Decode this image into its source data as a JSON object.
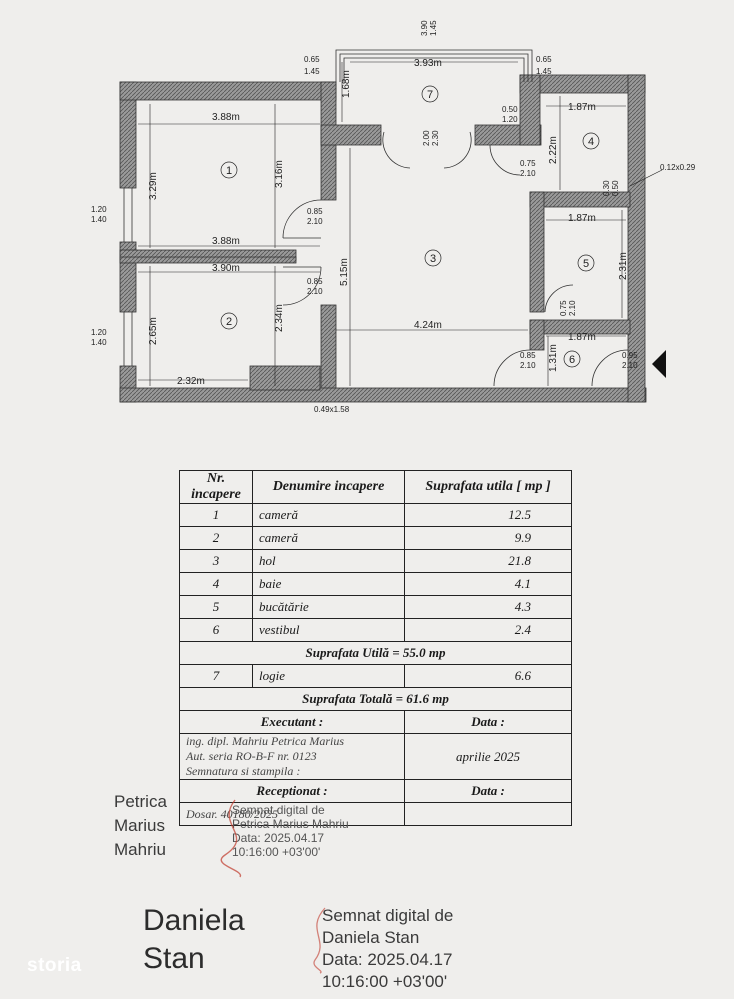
{
  "plan": {
    "dims": {
      "r1_w": "3.88m",
      "r1_h_out": "3.29m",
      "r1_h_in": "3.16m",
      "r1_bottom": "3.88m",
      "r2_top": "3.90m",
      "r2_h_out": "2.65m",
      "r2_h_in": "2.34m",
      "r2_bottom": "2.32m",
      "hall_h": "5.15m",
      "hall_w": "4.24m",
      "logia_w": "3.93m",
      "logia_h": "1.68m",
      "r4_w": "1.87m",
      "r4_h": "2.22m",
      "r5_w": "1.87m",
      "r5_h": "2.31m",
      "r6_w": "1.87m",
      "r6_h": "1.31m"
    },
    "openings": {
      "win1_a": "1.20",
      "win1_b": "1.40",
      "win2_a": "1.20",
      "win2_b": "1.40",
      "door1_a": "0.85",
      "door1_b": "2.10",
      "door2_a": "0.85",
      "door2_b": "2.10",
      "door4_a": "0.75",
      "door4_b": "2.10",
      "door5_a": "0.75",
      "door5_b": "2.10",
      "door6_a": "0.85",
      "door6_b": "2.10",
      "entry_a": "0.95",
      "entry_b": "2.10",
      "logia_door_a": "2.00",
      "logia_door_b": "2.30",
      "logia_l_a": "0.65",
      "logia_l_b": "1.45",
      "logia_r_a": "0.65",
      "logia_r_b": "1.45",
      "logia_top_a": "3.90",
      "logia_top_b": "1.45",
      "bath_win_a": "0.50",
      "bath_win_b": "1.20",
      "vent_a": "0.30",
      "vent_b": "0.50",
      "duct": "0.12x0.29",
      "bottom_win": "0.49x1.58"
    },
    "rooms": [
      "1",
      "2",
      "3",
      "4",
      "5",
      "6",
      "7"
    ]
  },
  "table": {
    "headers": {
      "nr": "Nr. incapere",
      "name": "Denumire incapere",
      "area": "Suprafata utila [ mp ]"
    },
    "rows": [
      {
        "nr": "1",
        "name": "cameră",
        "area": "12.5"
      },
      {
        "nr": "2",
        "name": "cameră",
        "area": "9.9"
      },
      {
        "nr": "3",
        "name": "hol",
        "area": "21.8"
      },
      {
        "nr": "4",
        "name": "baie",
        "area": "4.1"
      },
      {
        "nr": "5",
        "name": "bucătărie",
        "area": "4.3"
      },
      {
        "nr": "6",
        "name": "vestibul",
        "area": "2.4"
      }
    ],
    "useful_total": "Suprafata Utilă = 55.0 mp",
    "extra_row": {
      "nr": "7",
      "name": "logie",
      "area": "6.6"
    },
    "grand_total": "Suprafata Totală = 61.6 mp",
    "executant_label": "Executant :",
    "data_label": "Data :",
    "executant_lines": [
      "ing. dipl. Mahriu Petrica Marius",
      "Aut. seria RO-B-F nr. 0123",
      "Semnatura si stampila :"
    ],
    "exec_date": "aprilie 2025",
    "receptionat_label": "Receptionat :",
    "receptionat_data_label": "Data :",
    "dosar": "Dosar. 40180/2025"
  },
  "signature_exec": {
    "name_lines": [
      "Petrica",
      "Marius",
      "Mahriu"
    ],
    "digital_lines": [
      "Semnat digital de",
      "Petrica Marius Mahriu",
      "Data: 2025.04.17",
      "10:16:00 +03'00'"
    ]
  },
  "signature_recv": {
    "name_lines": [
      "Daniela",
      "Stan"
    ],
    "digital_lines": [
      "Semnat digital de",
      "Daniela Stan",
      "Data: 2025.04.17",
      "10:16:00 +03'00'"
    ]
  },
  "brand": {
    "logo_text": "storia"
  }
}
